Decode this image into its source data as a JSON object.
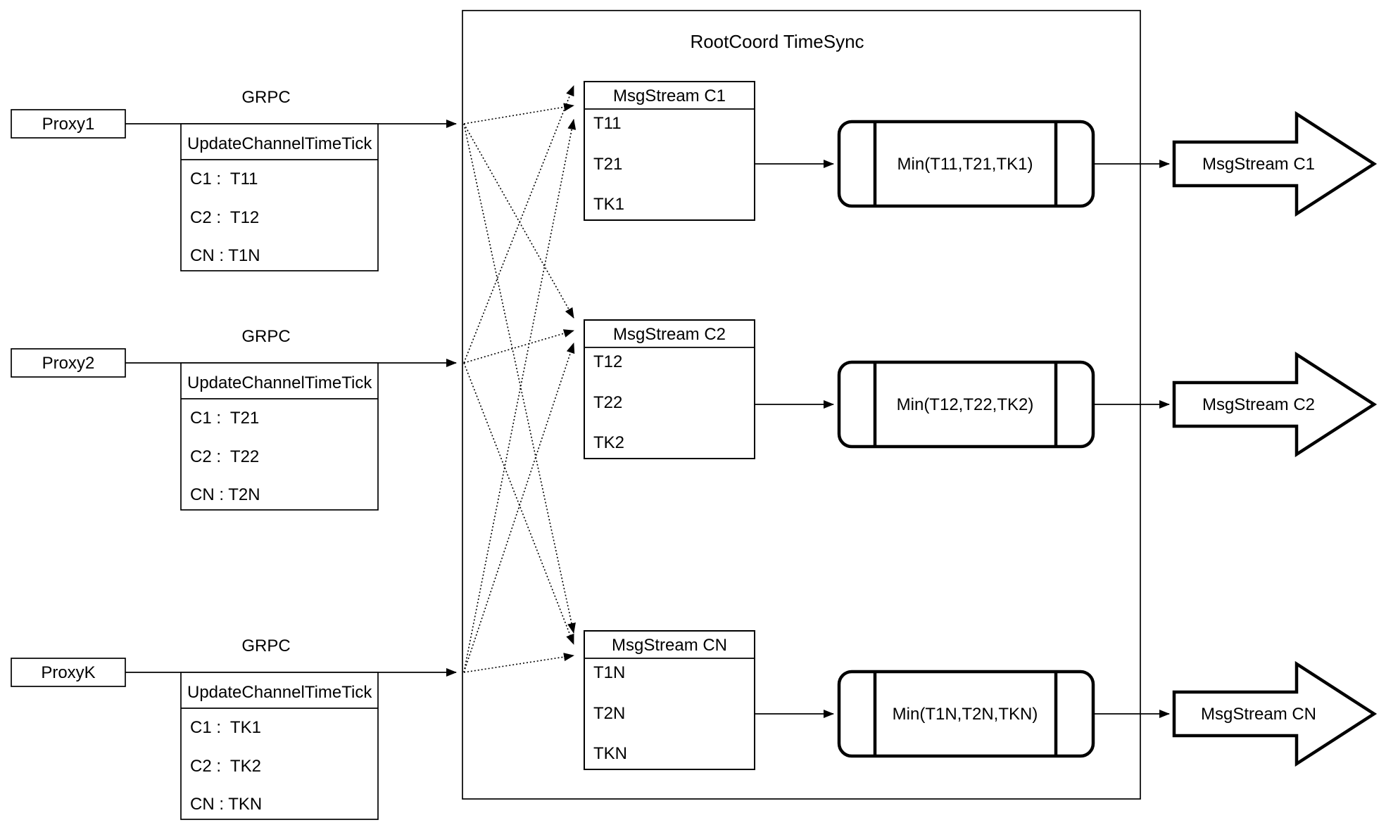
{
  "title": "RootCoord TimeSync",
  "rows": [
    {
      "proxy": "Proxy1",
      "protocol": "GRPC",
      "message_header": "UpdateChannelTimeTick",
      "message_rows": [
        "C1 :  T11",
        "C2 :  T12",
        "CN : T1N"
      ],
      "stream_header": "MsgStream C1",
      "stream_rows": [
        "T11",
        "T21",
        "TK1"
      ],
      "min_label": "Min(T11,T21,TK1)",
      "output_label": "MsgStream C1"
    },
    {
      "proxy": "Proxy2",
      "protocol": "GRPC",
      "message_header": "UpdateChannelTimeTick",
      "message_rows": [
        "C1 :  T21",
        "C2 :  T22",
        "CN : T2N"
      ],
      "stream_header": "MsgStream C2",
      "stream_rows": [
        "T12",
        "T22",
        "TK2"
      ],
      "min_label": "Min(T12,T22,TK2)",
      "output_label": "MsgStream C2"
    },
    {
      "proxy": "ProxyK",
      "protocol": "GRPC",
      "message_header": "UpdateChannelTimeTick",
      "message_rows": [
        "C1 :  TK1",
        "C2 :  TK2",
        "CN : TKN"
      ],
      "stream_header": "MsgStream CN",
      "stream_rows": [
        "T1N",
        "T2N",
        "TKN"
      ],
      "min_label": "Min(T1N,T2N,TKN)",
      "output_label": "MsgStream CN"
    }
  ],
  "colors": {
    "stroke": "#000000",
    "background": "#ffffff"
  }
}
